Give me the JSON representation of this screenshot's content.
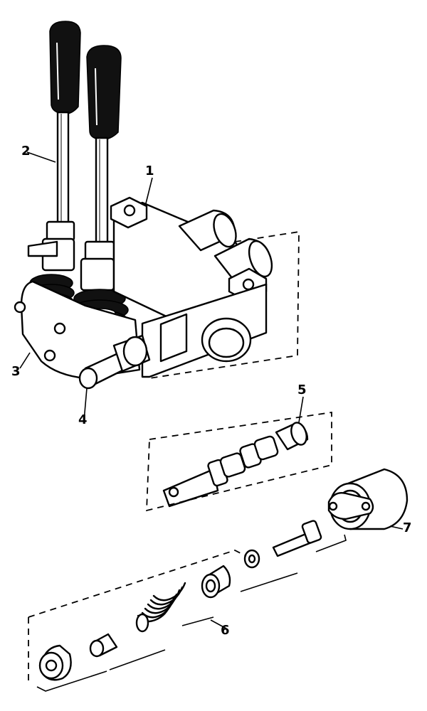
{
  "diagram": {
    "callouts": {
      "c1": "1",
      "c2": "2",
      "c3": "3",
      "c4": "4",
      "c5": "5",
      "c6": "6",
      "c7": "7"
    }
  }
}
